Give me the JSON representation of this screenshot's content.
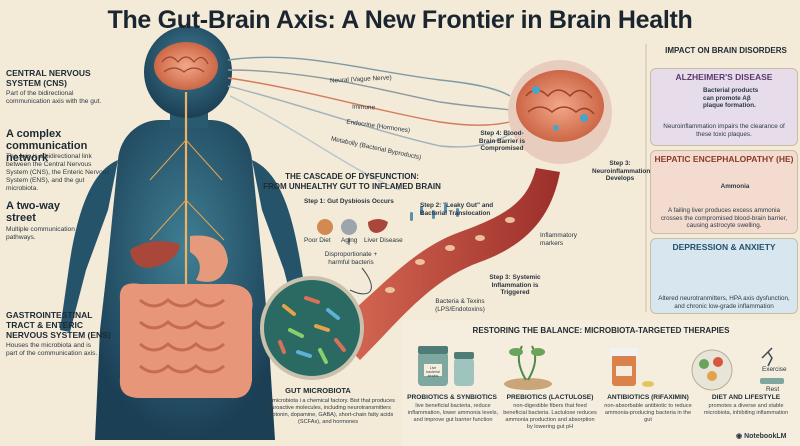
{
  "title": "The Gut-Brain Axis: A New Frontier in Brain Health",
  "left": {
    "cns_heading": "CENTRAL NERVOUS SYSTEM (CNS)",
    "cns_text": "Part of the bidirectional communication axis with the gut.",
    "network_heading": "A complex communication network",
    "network_text": "The axis is a bidirectional link between the Central Nervous System (CNS), the Enteric Nervous System (ENS), and the gut microbiota.",
    "twoway_heading": "A two-way street",
    "twoway_text": "Multiple communication pathways.",
    "gi_heading": "GASTROINTESTINAL TRACT & ENTERIC NERVOUS SYSTEM (ENS)",
    "gi_text": "Houses the microbiota and is part of the communication axis."
  },
  "pathways": [
    "Neural (Vague Nerve)",
    "Immune",
    "Endocrine (Hormones)",
    "Metabolly (Bacterial Byproducts)"
  ],
  "cascade": {
    "heading_1": "THE CASCADE OF DYSFUNCTION:",
    "heading_2": "FROM UNHEALTHY GUT TO INFLAMED BRAIN",
    "step1": "Step 1: Gut Dysbiosis Occurs",
    "causes": [
      "Poor Diet",
      "Aging",
      "Liver Disease"
    ],
    "disproportionate": "Disproportionate + harmful bacteris",
    "step2": "Step 2: \"Leaky Gut\" and Bacterial Translocation",
    "inflammatory_markers": "Inflammatory markers",
    "step3": "Step 3: Systemic Inflammation is Triggered",
    "bacteria_toxins": "Bacteria & Texins (LPS/Endotoxins)",
    "step4": "Step 4: Blood-Brain Barrier is Compromised",
    "step5": "Step 3: Neuroinflammation Develops"
  },
  "microbiota": {
    "heading": "GUT MICROBIOTA",
    "text": "The microbiota i a chemical factory. Bist that produces neuroactive molecules, including neurotransmitters (serotonin, dopamine, GABA), short-chain fatty acids (SCFAs), and hormones"
  },
  "impact": {
    "heading": "IMPACT ON BRAIN DISORDERS",
    "alz_title": "ALZHEIMER'S DISEASE",
    "alz_note": "Bacterial products can promote Aβ plaque formation.",
    "alz_text": "Neuroinflammation impairs the clearance of these toxic plaques.",
    "he_title": "HEPATIC ENCEPHALOPATHY (HE)",
    "he_ammonia": "Ammonia",
    "he_text": "A failing liver produces excess ammonia crosses the compromised blood-brain barrier, causing astrocyte swelling.",
    "dep_title": "DEPRESSION & ANXIETY",
    "dep_text": "Altered neurotranmitters, HPA axis dysfunction, and chronic low-grade inflammation"
  },
  "therapies": {
    "heading": "RESTORING THE BALANCE: MICROBIOTA-TARGETED THERAPIES",
    "jar_label": "Live bacterial strains",
    "items": [
      {
        "title": "PROBIOTICS & SYNBIOTICS",
        "text": "live beneficial bacteria, reduce inflammation, lower ammonia levels, and improve gut barrier function"
      },
      {
        "title": "PREBIOTICS (LACTULOSE)",
        "text": "non-digestible fibers that feed beneficial bacteria. Lactulose reduces ammonia production and absorption by lowering gut pH"
      },
      {
        "title": "ANTIBIOTICS (RIFAXIMIN)",
        "text": "non-absorbable antibiotic to reduce ammonia-producing bacteria in the gut"
      },
      {
        "title": "DIET AND LIFESTYLE",
        "text": "promotes a diverse and stable microbiota, inhibiting inflammation"
      }
    ],
    "exercise": "Exercise",
    "rest": "Rest"
  },
  "watermark": "NotebookLM",
  "colors": {
    "background": "#f3ead8",
    "body": "#1f4a63",
    "gut": "#e8967a",
    "vessel": "#b8433b",
    "alz_card": "#e6dcea",
    "he_card": "#f3dccf",
    "dep_card": "#d8e6ef"
  }
}
